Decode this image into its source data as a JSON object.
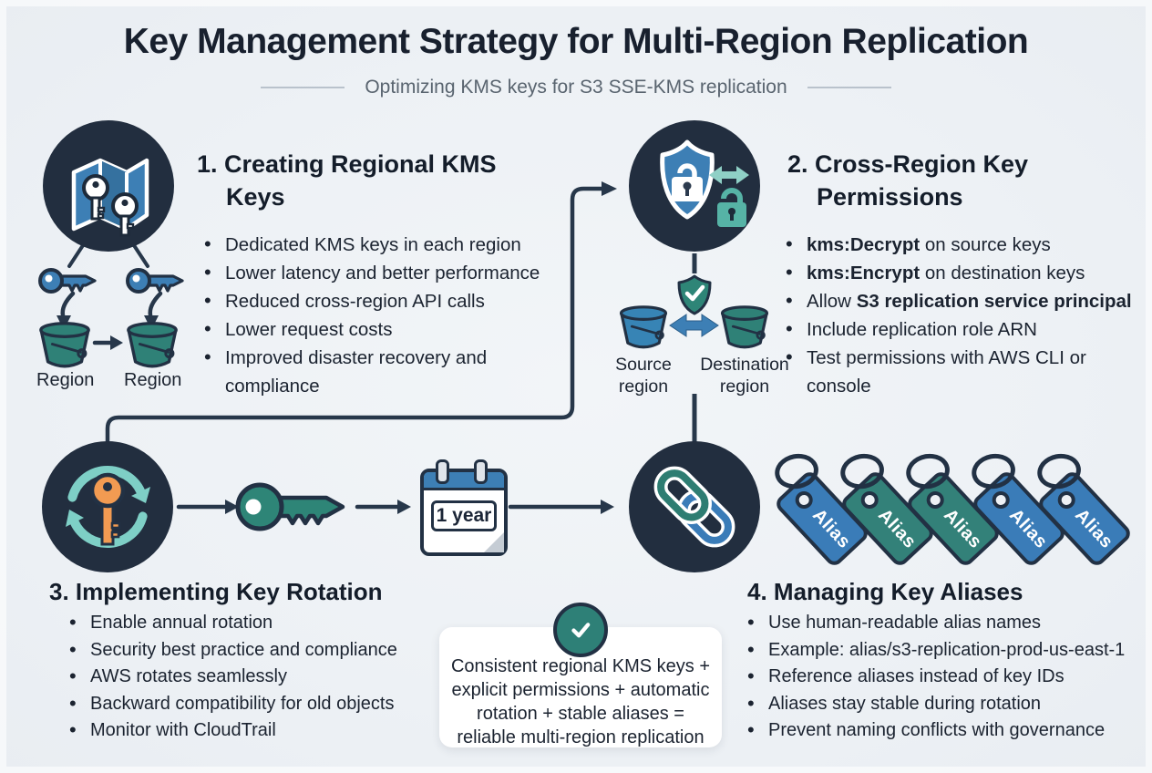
{
  "title": "Key Management Strategy for Multi-Region Replication",
  "subtitle": "Optimizing KMS keys for S3 SSE-KMS replication",
  "sections": {
    "regional_keys": {
      "heading": "1. Creating Regional KMS Keys",
      "bullets": [
        "Dedicated KMS keys in each region",
        "Lower latency and better performance",
        "Reduced cross-region API calls",
        "Lower request costs",
        "Improved disaster recovery and compliance"
      ]
    },
    "cross_region_permissions": {
      "heading": "2. Cross-Region Key Permissions",
      "bullets": [
        [
          {
            "t": "kms:Decrypt",
            "b": true
          },
          {
            "t": " on source keys"
          }
        ],
        [
          {
            "t": "kms:Encrypt",
            "b": true
          },
          {
            "t": " on destination keys"
          }
        ],
        [
          {
            "t": "Allow "
          },
          {
            "t": "S3 replication service principal",
            "b": true
          }
        ],
        [
          {
            "t": "Include replication role ARN"
          }
        ],
        [
          {
            "t": "Test permissions with AWS CLI or console"
          }
        ]
      ]
    },
    "key_rotation": {
      "heading": "3. Implementing Key Rotation",
      "bullets": [
        "Enable annual rotation",
        "Security best practice and compliance",
        "AWS rotates seamlessly",
        "Backward compatibility for old objects",
        "Monitor with CloudTrail"
      ]
    },
    "key_aliases": {
      "heading": "4. Managing Key Aliases",
      "bullets": [
        "Use human-readable alias names",
        "Example: alias/s3-replication-prod-us-east-1",
        "Reference aliases instead of key IDs",
        "Aliases stay stable during rotation",
        "Prevent naming conflicts with governance"
      ]
    }
  },
  "diagram_regional": {
    "bucket_labels": [
      "Region",
      "Region"
    ]
  },
  "diagram_cross_region": {
    "source_label": "Source region",
    "destination_label": "Destination region"
  },
  "rotation_flow": {
    "calendar_label": "1 year"
  },
  "alias_tags": {
    "label": "Alias",
    "tags": [
      {
        "color": "blue"
      },
      {
        "color": "teal"
      },
      {
        "color": "teal"
      },
      {
        "color": "blue"
      },
      {
        "color": "blue"
      }
    ]
  },
  "summary": {
    "text": "Consistent regional KMS keys + explicit permissions + automatic rotation + stable aliases = reliable multi-region replication"
  },
  "icons": {
    "section1": "map-with-keys-icon",
    "section2": "shield-locks-icon",
    "section3": "rotating-key-icon",
    "section4": "chain-link-icon",
    "flow": [
      "key-icon",
      "calendar-icon"
    ],
    "summary": "check-icon"
  },
  "colors": {
    "navy": "#222e3f",
    "blue": "#3d7fb5",
    "teal": "#2f8177",
    "teal_light": "#7ecfc6",
    "orange": "#f29b52",
    "tag_blue": "#3a7cb8",
    "tag_teal": "#338179",
    "background": "#eef1f5",
    "text": "#1b2330",
    "subtitle": "#59646f"
  }
}
